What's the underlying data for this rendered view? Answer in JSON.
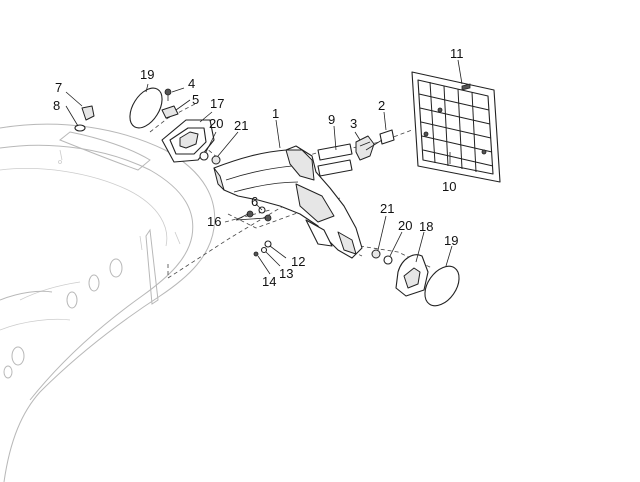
{
  "callouts": {
    "c1": "1",
    "c2": "2",
    "c3": "3",
    "c4": "4",
    "c5": "5",
    "c6": "6",
    "c7": "7",
    "c8": "8",
    "c9": "9",
    "c10": "10",
    "c11": "11",
    "c13": "13",
    "c12": "12",
    "c14": "14",
    "c16": "16",
    "c17": "17",
    "c18": "18",
    "c19a": "19",
    "c19b": "19",
    "c20a": "20",
    "c20b": "20",
    "c21a": "21",
    "c21b": "21"
  }
}
